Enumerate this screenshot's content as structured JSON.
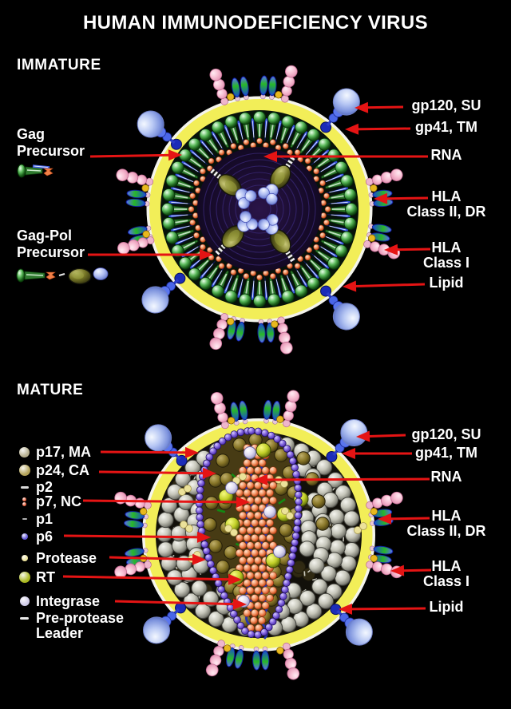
{
  "title": "HUMAN IMMUNODEFICIENCY VIRUS",
  "colors": {
    "background": "#000000",
    "arrow_red": "#e51414",
    "text": "#ffffff",
    "membrane_yellow": "#f2ee58"
  },
  "immature": {
    "heading": "IMMATURE",
    "labels": {
      "gag": "Gag\nPrecursor",
      "gagpol": "Gag-Pol\nPrecursor",
      "gp120": "gp120, SU",
      "gp41": "gp41, TM",
      "rna": "RNA",
      "hla2": "HLA\nClass II, DR",
      "hla1": "HLA\nClass I",
      "lipid": "Lipid"
    }
  },
  "mature": {
    "heading": "MATURE",
    "legend": [
      {
        "label": "p17, MA",
        "icon": "sphere-gray",
        "color": "#b5ae8e"
      },
      {
        "label": "p24, CA",
        "icon": "sphere-olive",
        "color": "#b3a258"
      },
      {
        "label": "p2",
        "icon": "dash-light",
        "color": "#d9d9d9"
      },
      {
        "label": "p7, NC",
        "icon": "double-dot-orange",
        "color": "#e85c38"
      },
      {
        "label": "p1",
        "icon": "dash-small",
        "color": "#b0b0b0"
      },
      {
        "label": "p6",
        "icon": "dot-purple",
        "color": "#6156d6"
      },
      {
        "label": "Protease",
        "icon": "dot-pale-yellow",
        "color": "#ece29a"
      },
      {
        "label": "RT",
        "icon": "sphere-yellow-green",
        "color": "#aab820"
      },
      {
        "label": "Integrase",
        "icon": "sphere-lavender",
        "color": "#cfcbe8"
      },
      {
        "label": "Pre-protease\nLeader",
        "icon": "dash-white",
        "color": "#e8e8e8"
      }
    ],
    "labels": {
      "gp120": "gp120, SU",
      "gp41": "gp41, TM",
      "rna": "RNA",
      "hla2": "HLA\nClass II, DR",
      "hla1": "HLA\nClass I",
      "lipid": "Lipid"
    }
  }
}
